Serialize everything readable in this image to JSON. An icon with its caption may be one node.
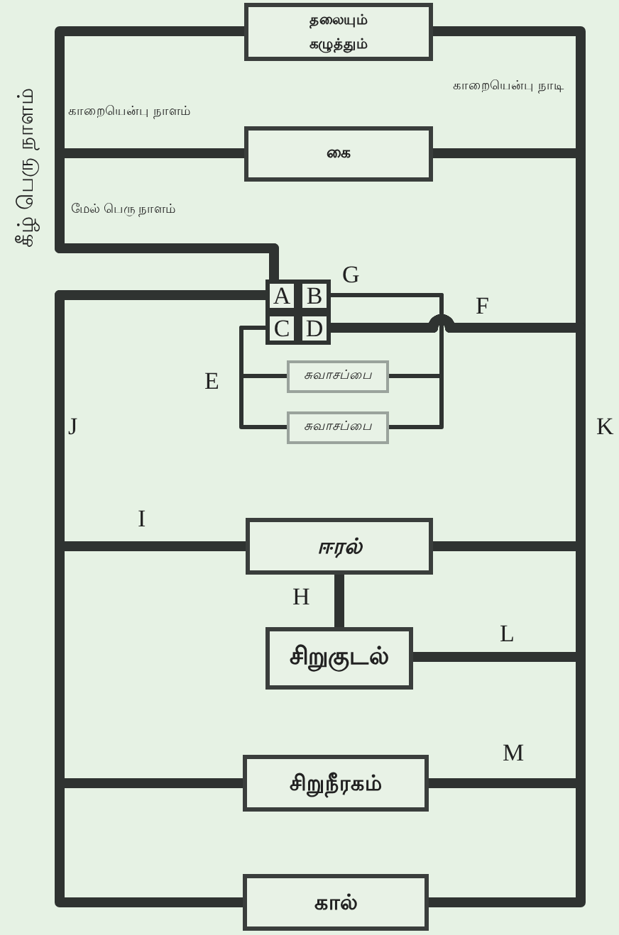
{
  "diagram": {
    "nodes": [
      {
        "text": [
          "தலையும் கழுத்தும்"
        ]
      },
      {
        "text": [
          "கை"
        ]
      },
      {
        "text": [
          "A"
        ]
      },
      {
        "text": [
          "B"
        ]
      },
      {
        "text": [
          "C"
        ]
      },
      {
        "text": [
          "D"
        ]
      },
      {
        "text": [
          "சுவாசப்பை"
        ]
      },
      {
        "text": [
          "சுவாசப்பை"
        ]
      },
      {
        "text": [
          "ஈரல்"
        ]
      },
      {
        "text": [
          "சிறுகுடல்"
        ]
      },
      {
        "text": [
          "சிறுநீரகம்"
        ]
      },
      {
        "text": [
          "கால்"
        ]
      }
    ],
    "edges": [
      {
        "from": 0,
        "to": 2,
        "arrow": "none"
      },
      {
        "from": 1,
        "to": 2,
        "arrow": "none"
      },
      {
        "from": 5,
        "to": 0,
        "arrow": "none"
      },
      {
        "from": 5,
        "to": 1,
        "arrow": "none"
      },
      {
        "from": 5,
        "to": 8,
        "arrow": "none"
      },
      {
        "from": 5,
        "to": 9,
        "arrow": "none"
      },
      {
        "from": 5,
        "to": 10,
        "arrow": "none"
      },
      {
        "from": 5,
        "to": 11,
        "arrow": "none"
      },
      {
        "from": 8,
        "to": 2,
        "arrow": "none"
      },
      {
        "from": 10,
        "to": 2,
        "arrow": "none"
      },
      {
        "from": 11,
        "to": 2,
        "arrow": "none"
      },
      {
        "from": 9,
        "to": 8,
        "arrow": "none"
      },
      {
        "from": 3,
        "to": 6,
        "arrow": "none"
      },
      {
        "from": 3,
        "to": 7,
        "arrow": "none"
      },
      {
        "from": 6,
        "to": 4,
        "arrow": "none"
      },
      {
        "from": 7,
        "to": 4,
        "arrow": "none"
      }
    ],
    "labels": [
      "காறையென்பு நாளம்",
      "காறையென்பு நாடி",
      "மேல் பெரு நாளம்",
      "கீழ் பெரு நாளம்",
      "G",
      "F",
      "E",
      "J",
      "K",
      "I",
      "H",
      "L",
      "M"
    ]
  }
}
